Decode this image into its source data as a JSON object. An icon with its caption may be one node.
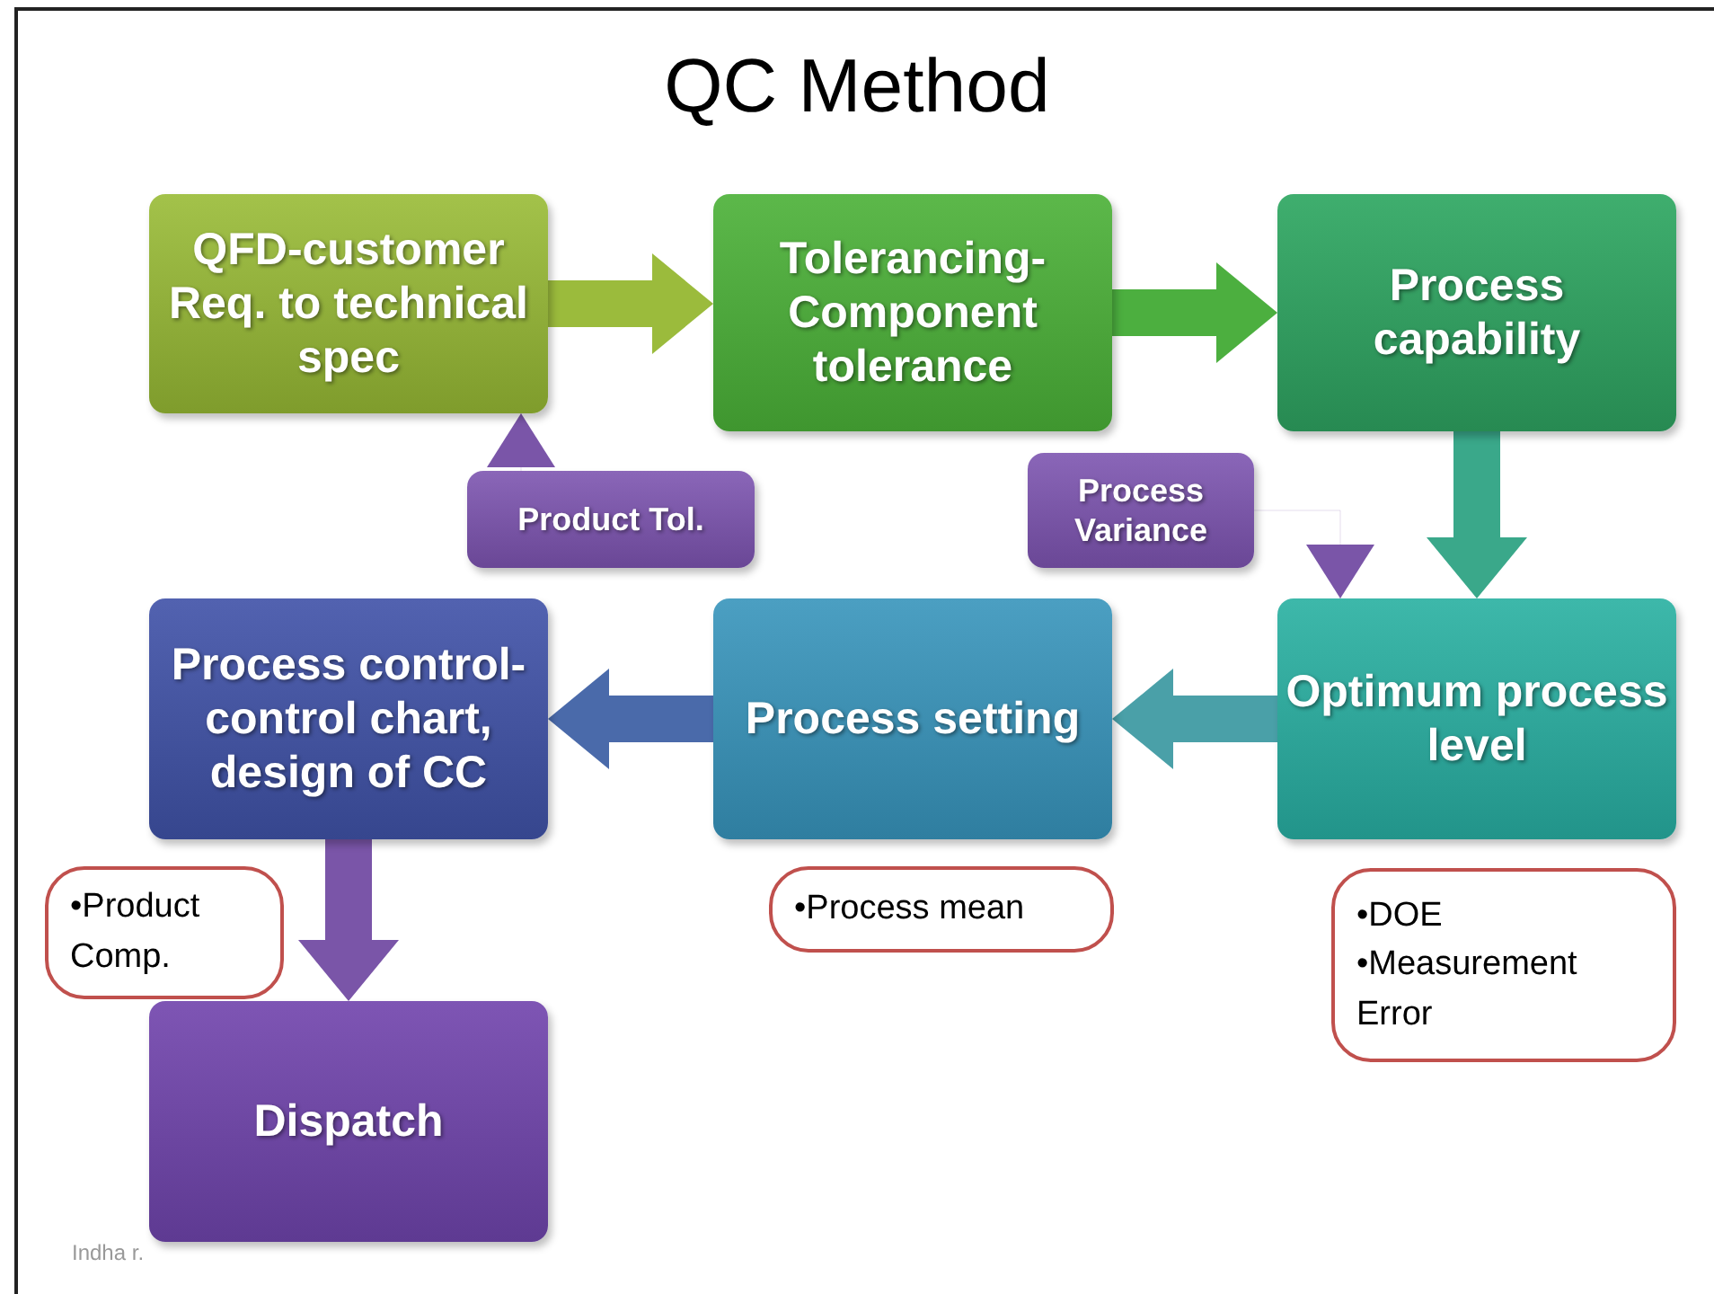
{
  "diagram": {
    "title": "QC Method",
    "nodes": [
      {
        "text": [
          "QFD-customer Req. to technical spec"
        ]
      },
      {
        "text": [
          "Tolerancing-Component tolerance"
        ]
      },
      {
        "text": [
          "Process capability"
        ]
      },
      {
        "text": [
          "Product Tol."
        ]
      },
      {
        "text": [
          "Process Variance"
        ]
      },
      {
        "text": [
          "Optimum process level"
        ]
      },
      {
        "text": [
          "Process setting"
        ]
      },
      {
        "text": [
          "Process control-control chart, design of CC"
        ]
      },
      {
        "text": [
          "•Product Comp."
        ]
      },
      {
        "text": [
          "Dispatch"
        ]
      },
      {
        "text": [
          "•Process mean"
        ]
      },
      {
        "text": [
          "•DOE",
          "•Measurement Error"
        ]
      }
    ],
    "edges": [
      {
        "from": 0,
        "to": 1,
        "arrow": "to",
        "color": "#9bbb3c"
      },
      {
        "from": 1,
        "to": 2,
        "arrow": "to",
        "color": "#4caf3f"
      },
      {
        "from": 3,
        "to": 0,
        "arrow": "to",
        "color": "#7a55a8"
      },
      {
        "from": 4,
        "to": 5,
        "arrow": "to",
        "color": "#7a55a8"
      },
      {
        "from": 2,
        "to": 5,
        "arrow": "to",
        "color": "#3aa88a"
      },
      {
        "from": 5,
        "to": 6,
        "arrow": "to",
        "color": "#4aa0a8"
      },
      {
        "from": 6,
        "to": 7,
        "arrow": "to",
        "color": "#4a6aaa"
      },
      {
        "from": 7,
        "to": 9,
        "arrow": "to",
        "color": "#7a55a8"
      }
    ],
    "labels": [
      "Indha r."
    ]
  }
}
